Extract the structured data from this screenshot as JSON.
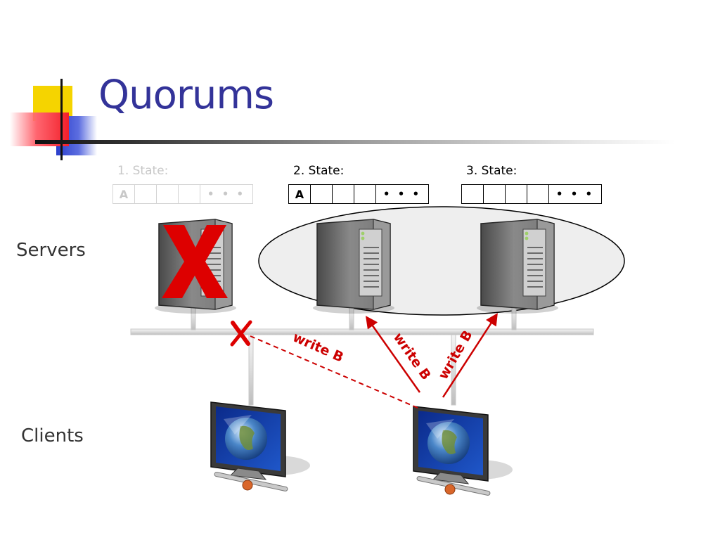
{
  "slide": {
    "title": "Quorums",
    "servers_label": "Servers",
    "clients_label": "Clients"
  },
  "states": [
    {
      "label": "1. State:",
      "cells": [
        "A",
        "",
        "",
        ""
      ],
      "more": "• • •",
      "faded": true
    },
    {
      "label": "2. State:",
      "cells": [
        "A",
        "",
        "",
        ""
      ],
      "more": "• • •",
      "faded": false
    },
    {
      "label": "3. State:",
      "cells": [
        "",
        "",
        "",
        ""
      ],
      "more": "• • •",
      "faded": false
    }
  ],
  "writes": [
    {
      "label": "write B",
      "style": "dashed",
      "blocked": true
    },
    {
      "label": "write B",
      "style": "solid",
      "blocked": false
    },
    {
      "label": "write B",
      "style": "solid",
      "blocked": false
    }
  ],
  "colors": {
    "title": "#333399",
    "write_arrow": "#cc0000",
    "failed_mark": "#dd0000",
    "quorum_fill": "#eeeeee"
  },
  "icons": [
    "server-icon",
    "client-computer-icon",
    "failure-x-icon"
  ]
}
